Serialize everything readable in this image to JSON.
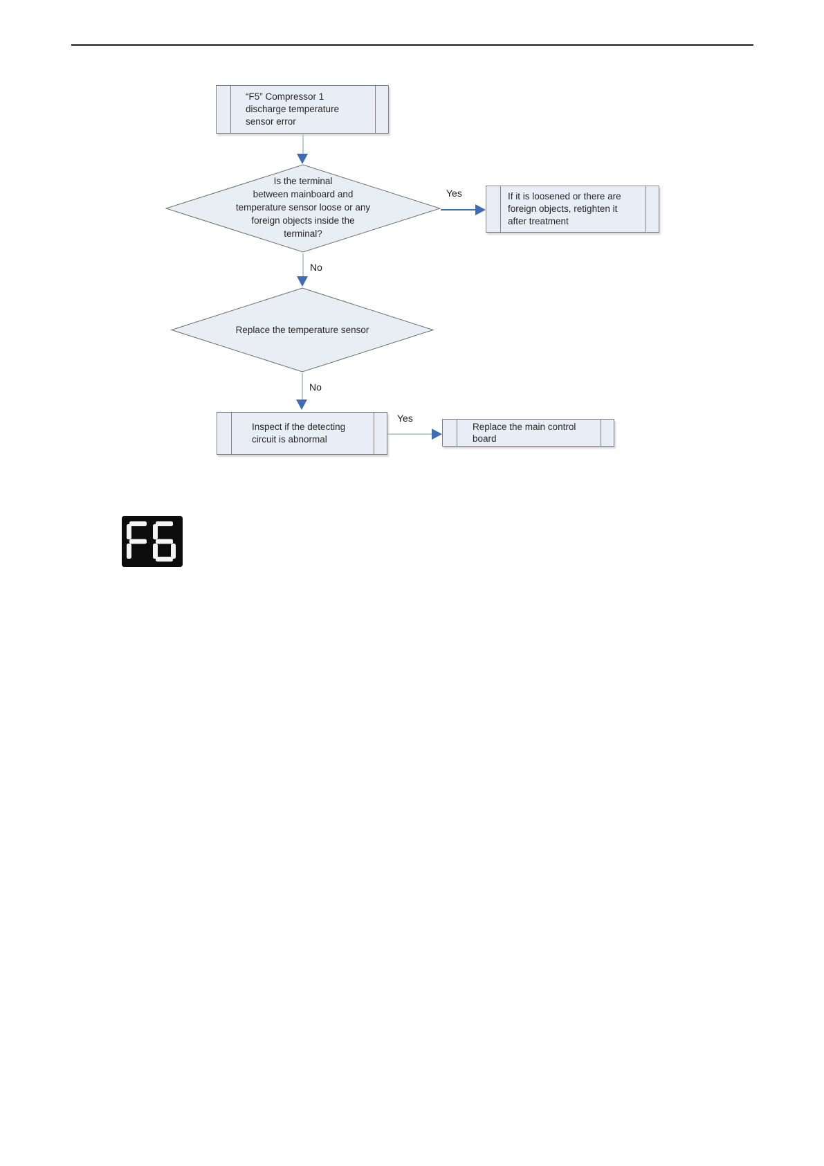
{
  "flowchart": {
    "start_box": {
      "text": "“F5” Compressor 1\ndischarge temperature\nsensor error"
    },
    "decision1": {
      "text": "Is the terminal\nbetween mainboard and\ntemperature sensor loose or any\nforeign objects inside the\nterminal?"
    },
    "labels": {
      "yes1": "Yes",
      "no1": "No",
      "no2": "No",
      "yes2": "Yes"
    },
    "action_yes1": {
      "text": "If it is loosened or there are\nforeign objects, retighten it\nafter treatment"
    },
    "decision2": {
      "text": "Replace the temperature sensor"
    },
    "check_box": {
      "text": "Inspect if the detecting\ncircuit is abnormal"
    },
    "action_yes2": {
      "text": "Replace the main control\nboard"
    }
  },
  "display": {
    "code": "F6",
    "digits": [
      [
        "A",
        "F",
        "G",
        "E"
      ],
      [
        "A",
        "F",
        "G",
        "E",
        "D",
        "C"
      ]
    ]
  },
  "colors": {
    "box_fill": "#e9edf6",
    "box_border": "#7f7f7f",
    "diamond_fill": "#e9edf4",
    "diamond_border": "#6e6e6e",
    "arrow_blue": "#3f6db5",
    "connector_gray": "#c2c9d3",
    "display_bg": "#0c0c0c",
    "segment_on": "#f4f4f4",
    "text_dark": "#262626"
  }
}
